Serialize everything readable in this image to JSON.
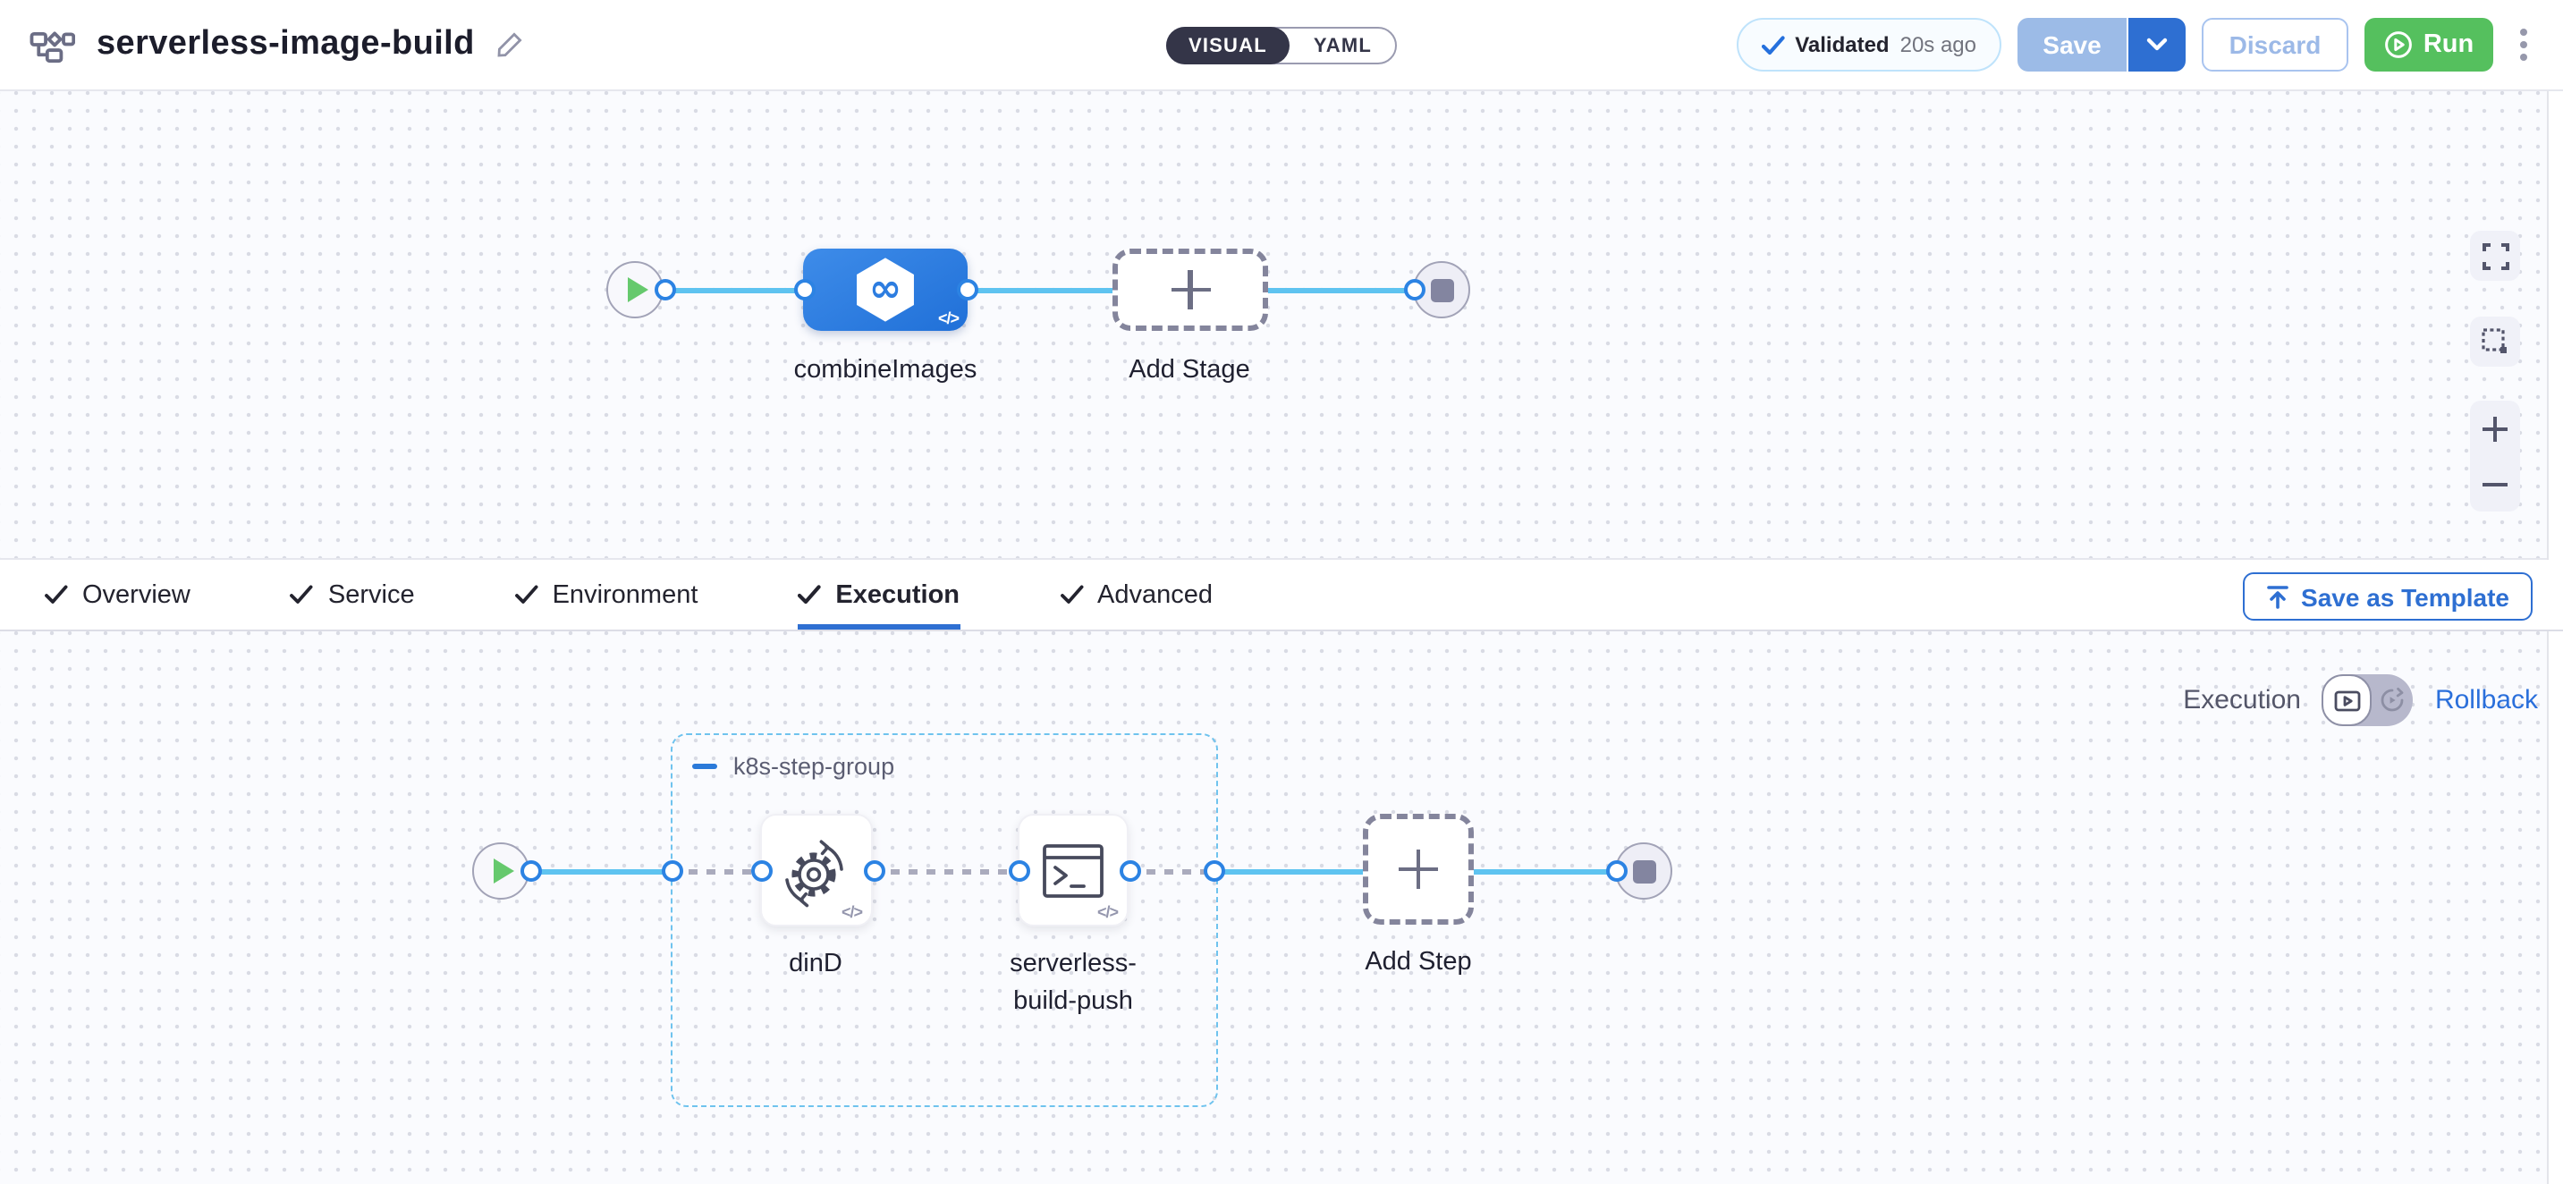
{
  "header": {
    "title": "serverless-image-build",
    "mode_toggle": {
      "visual": "VISUAL",
      "yaml": "YAML"
    },
    "validation": {
      "status": "Validated",
      "time_ago": "20s ago"
    },
    "buttons": {
      "save": "Save",
      "discard": "Discard",
      "run": "Run"
    }
  },
  "stage_graph": {
    "stage_name": "combineImages",
    "add_stage_label": "Add Stage"
  },
  "tabs": {
    "items": [
      "Overview",
      "Service",
      "Environment",
      "Execution",
      "Advanced"
    ],
    "active": "Execution",
    "save_as_template_label": "Save as Template"
  },
  "execution_panel": {
    "mode_label": "Execution",
    "rollback_label": "Rollback",
    "step_group": {
      "name": "k8s-step-group",
      "steps": [
        "dinD",
        "serverless-build-push"
      ],
      "add_step_label": "Add Step"
    }
  },
  "icons": {
    "code_badge": "</>"
  },
  "colors": {
    "accent_blue": "#2e6fd2",
    "save_disabled_blue": "#9cbbe7",
    "run_green": "#55c05e",
    "graph_line_blue": "#5ec3f0",
    "port_ring_blue": "#2c83e3",
    "stage_node_blue": "#2e7fe0",
    "group_dash_blue": "#6fc3ee",
    "validated_border": "#bfe3fb",
    "canvas_bg": "#fafbfe",
    "toggle_dark": "#343548"
  }
}
